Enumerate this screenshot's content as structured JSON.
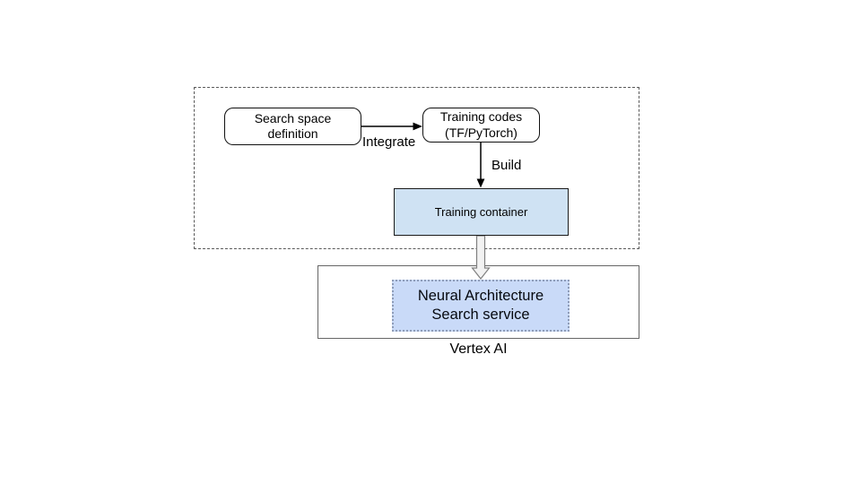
{
  "canvas": {
    "background": "#ffffff"
  },
  "diagram": {
    "dev_container": {
      "border_color": "#595959",
      "search_space_box": {
        "label": "Search space definition",
        "fill": "#ffffff",
        "border_color": "#111111"
      },
      "training_codes_box": {
        "label": "Training codes (TF/PyTorch)",
        "fill": "#ffffff",
        "border_color": "#111111"
      },
      "training_container_box": {
        "label": "Training container",
        "fill": "#cfe2f3",
        "border_color": "#1a1a1a"
      },
      "integrate_arrow_label": "Integrate",
      "build_arrow_label": "Build"
    },
    "vertex_container": {
      "border_color": "#666666",
      "nas_service_box": {
        "label": "Neural Architecture Search service",
        "fill": "#c9daf8",
        "border_color": "#8e9cb8"
      },
      "caption": "Vertex AI"
    }
  }
}
